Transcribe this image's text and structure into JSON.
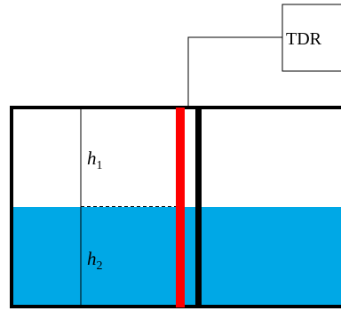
{
  "instrument": {
    "label": "TDR"
  },
  "levels": {
    "h1": {
      "symbol": "h",
      "subscript": "1"
    },
    "h2": {
      "symbol": "h",
      "subscript": "2"
    }
  },
  "colors": {
    "water": "#00a8e6",
    "probe": "#ff0000",
    "outline": "#000000",
    "background": "#ffffff"
  }
}
